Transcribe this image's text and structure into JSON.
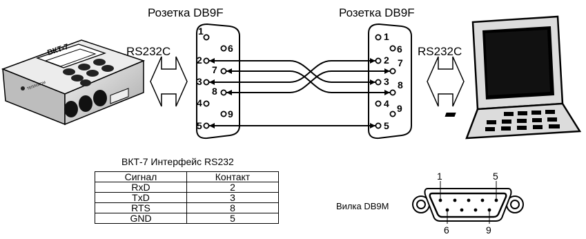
{
  "labels": {
    "socket_left": "Розетка DB9F",
    "socket_right": "Розетка DB9F",
    "rs_left": "RS232C",
    "rs_right": "RS232C",
    "device_name": "ВКТ-7",
    "device_brand": "ТЕПЛОКОМ",
    "table_title": "ВКТ-7 Интерфейс RS232",
    "plug_label": "Вилка DB9M"
  },
  "left_connector_pins": [
    "1",
    "6",
    "2",
    "7",
    "3",
    "8",
    "4",
    "9",
    "5"
  ],
  "right_connector_pins": [
    "1",
    "6",
    "2",
    "7",
    "3",
    "8",
    "4",
    "9",
    "5"
  ],
  "plug_pins": {
    "top_left": "1",
    "top_right": "5",
    "bottom_left": "6",
    "bottom_right": "9"
  },
  "table": {
    "headers": [
      "Сигнал",
      "Контакт"
    ],
    "rows": [
      [
        "RxD",
        "2"
      ],
      [
        "TxD",
        "3"
      ],
      [
        "RTS",
        "8"
      ],
      [
        "GND",
        "5"
      ]
    ]
  },
  "colors": {
    "line": "#000000",
    "background": "#ffffff",
    "device_body": "#d9d9d9"
  }
}
